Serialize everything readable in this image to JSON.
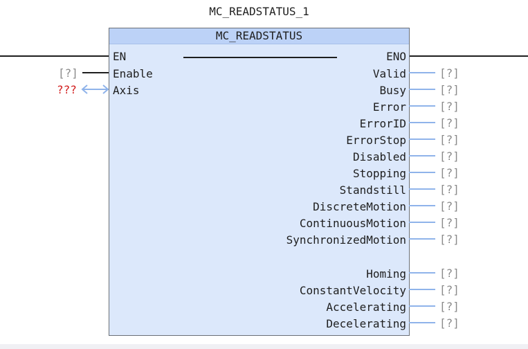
{
  "instance_name": "MC_READSTATUS_1",
  "block_type": "MC_READSTATUS",
  "inputs": [
    {
      "name": "EN"
    },
    {
      "name": "Enable",
      "value": "[?]"
    },
    {
      "name": "Axis",
      "value": "???"
    }
  ],
  "outputs": [
    {
      "name": "ENO"
    },
    {
      "name": "Valid",
      "value": "[?]"
    },
    {
      "name": "Busy",
      "value": "[?]"
    },
    {
      "name": "Error",
      "value": "[?]"
    },
    {
      "name": "ErrorID",
      "value": "[?]"
    },
    {
      "name": "ErrorStop",
      "value": "[?]"
    },
    {
      "name": "Disabled",
      "value": "[?]"
    },
    {
      "name": "Stopping",
      "value": "[?]"
    },
    {
      "name": "Standstill",
      "value": "[?]"
    },
    {
      "name": "DiscreteMotion",
      "value": "[?]"
    },
    {
      "name": "ContinuousMotion",
      "value": "[?]"
    },
    {
      "name": "SynchronizedMotion",
      "value": "[?]"
    },
    {
      "name": "Homing",
      "value": "[?]"
    },
    {
      "name": "ConstantVelocity",
      "value": "[?]"
    },
    {
      "name": "Accelerating",
      "value": "[?]"
    },
    {
      "name": "Decelerating",
      "value": "[?]"
    }
  ],
  "colors": {
    "header": "#bcd2f7",
    "body": "#dce8fb",
    "wire_blue": "#8fb3ea",
    "unassigned_red": "#d11a1a"
  }
}
